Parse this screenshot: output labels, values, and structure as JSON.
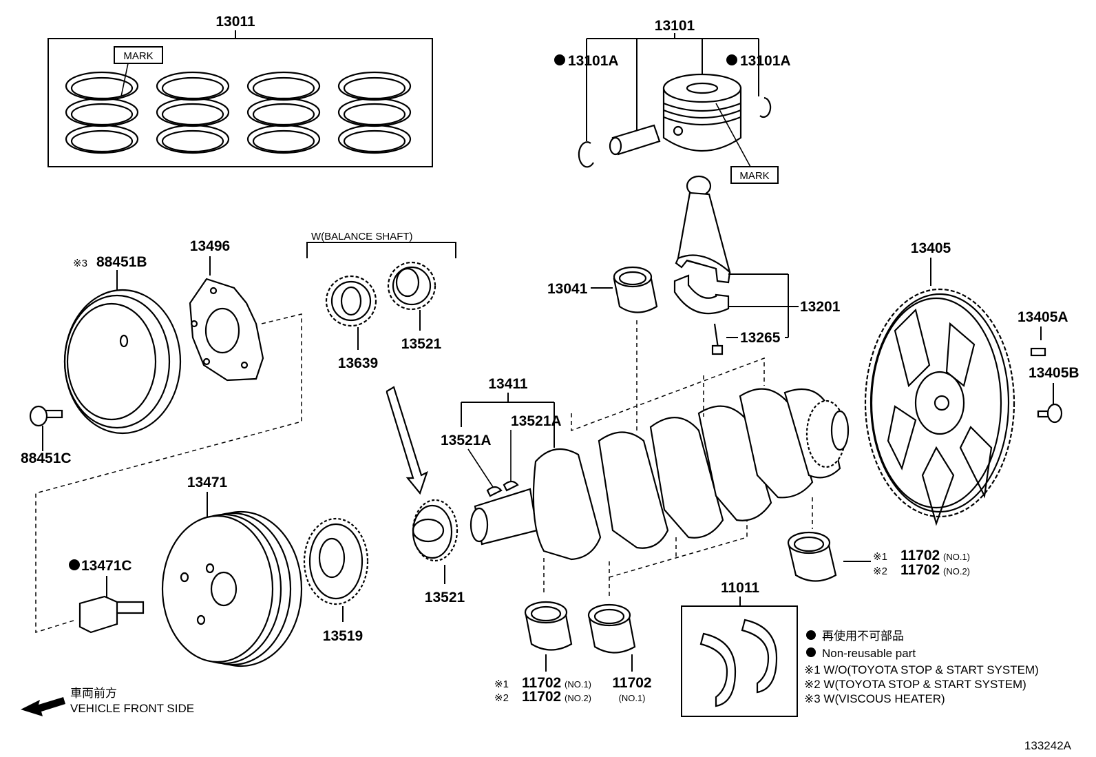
{
  "diagram_id": "133242A",
  "labels": {
    "p13011": "13011",
    "p13101": "13101",
    "p13101a_left": "13101A",
    "p13101a_right": "13101A",
    "mark_rings": "MARK",
    "mark_piston": "MARK",
    "balance_shaft": "W(BALANCE SHAFT)",
    "p88451b_prefix": "※3",
    "p88451b": "88451B",
    "p13496": "13496",
    "p13639": "13639",
    "p13521_top": "13521",
    "p13041": "13041",
    "p13201": "13201",
    "p13265": "13265",
    "p13405": "13405",
    "p13405a": "13405A",
    "p13405b": "13405B",
    "p88451c": "88451C",
    "p13411": "13411",
    "p13521a_right": "13521A",
    "p13521a_left": "13521A",
    "p13471": "13471",
    "p13471c": "13471C",
    "p13519": "13519",
    "p13521_bottom": "13521",
    "p11011": "11011",
    "bearing_right_1_prefix": "※1",
    "bearing_right_1": "11702",
    "bearing_right_1_note": "(NO.1)",
    "bearing_right_2_prefix": "※2",
    "bearing_right_2": "11702",
    "bearing_right_2_note": "(NO.2)",
    "bearing_left_1_prefix": "※1",
    "bearing_left_1": "11702",
    "bearing_left_1_note": "(NO.1)",
    "bearing_left_2_prefix": "※2",
    "bearing_left_2": "11702",
    "bearing_left_2_note": "(NO.2)",
    "bearing_mid": "11702",
    "bearing_mid_note": "(NO.1)"
  },
  "legend": {
    "non_reusable_jp": "再使用不可部品",
    "non_reusable_en": "Non-reusable part",
    "note1": "※1 W/O(TOYOTA STOP & START SYSTEM)",
    "note2": "※2 W(TOYOTA STOP & START SYSTEM)",
    "note3": "※3 W(VISCOUS HEATER)"
  },
  "direction": {
    "jp": "車両前方",
    "en": "VEHICLE FRONT SIDE"
  },
  "colors": {
    "ink": "#000000",
    "paper": "#ffffff"
  }
}
